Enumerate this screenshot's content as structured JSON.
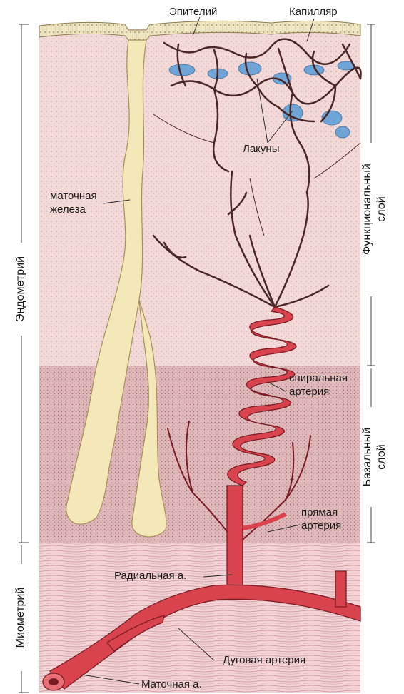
{
  "labels": {
    "epithelium": "Эпителий",
    "capillary": "Капилляр",
    "lacunae": "Лакуны",
    "uterine_gland": "маточная железа",
    "spiral_artery": "спиральная артерия",
    "straight_artery": "прямая артерия",
    "radial_artery": "Радиальная а.",
    "arcuate_artery": "Дуговая артерия",
    "uterine_artery": "Маточная а."
  },
  "side_labels": {
    "endometrium": "Эндометрий",
    "myometrium": "Миометрий",
    "functional_layer_1": "Функциональный",
    "functional_layer_2": "слой",
    "basal_layer_1": "Базальный",
    "basal_layer_2": "слой"
  },
  "colors": {
    "functional_layer": "#f2d8d6",
    "basal_layer": "#e0b9bb",
    "myometrium": "#f3d3d6",
    "gland": "#f4e8b8",
    "artery": "#d9434e",
    "vessel_dark": "#4a2626",
    "lacunae": "#6fa4d6",
    "epithelium": "#efe6c4"
  }
}
